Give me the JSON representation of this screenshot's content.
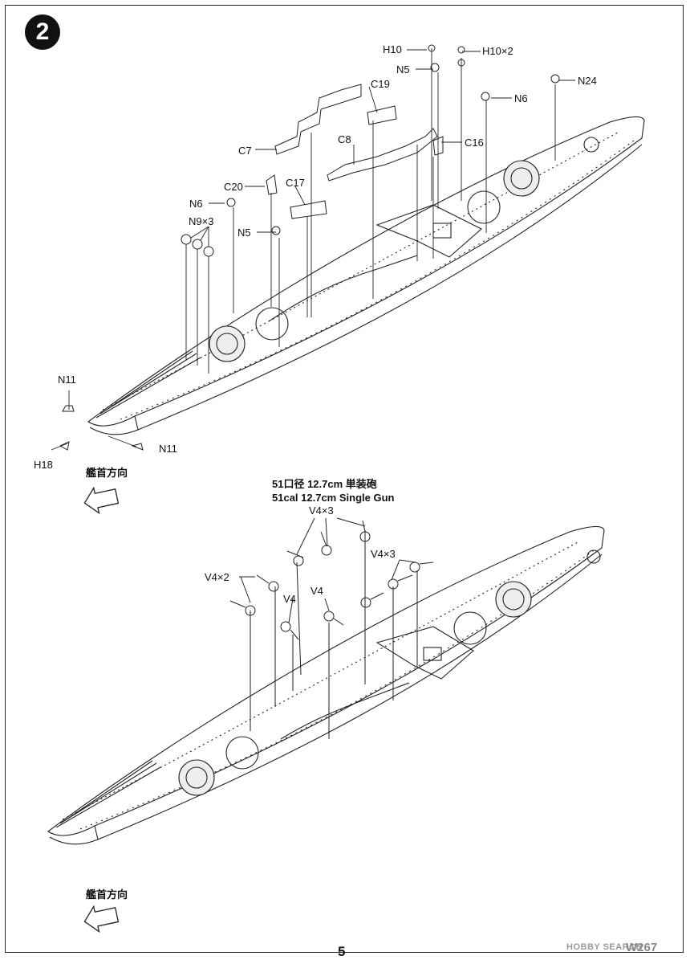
{
  "step": {
    "number": "2"
  },
  "top_callouts": {
    "h10": "H10",
    "h10x2": "H10×2",
    "n5_top": "N5",
    "n24": "N24",
    "n6_right": "N6",
    "c19": "C19",
    "c7": "C7",
    "c8": "C8",
    "c16": "C16",
    "c20": "C20",
    "c17": "C17",
    "n6_left": "N6",
    "n9x3": "N9×3",
    "n5_left": "N5",
    "n11_top": "N11",
    "n11_bottom": "N11",
    "h18": "H18"
  },
  "bow_direction": {
    "label": "艦首方向"
  },
  "gun_note": {
    "line1": "51口径 12.7cm 単装砲",
    "line2": "51cal 12.7cm Single Gun"
  },
  "bottom_callouts": {
    "v4x3_a": "V4×3",
    "v4x3_b": "V4×3",
    "v4x2": "V4×2",
    "v4_a": "V4",
    "v4_b": "V4"
  },
  "footer": {
    "page_number": "5",
    "watermark": "HOBBY SEARCH",
    "product_code": "W267"
  }
}
